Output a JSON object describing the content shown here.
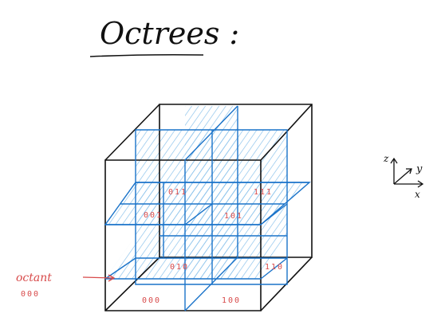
{
  "title": "Octrees :",
  "colors": {
    "ink": "#111111",
    "blue": "#1a73c9",
    "hatch": "#6fb3e6",
    "red": "#d84a4a"
  },
  "octant_codes": {
    "front_bottom_left": "000",
    "front_bottom_right": "100",
    "back_bottom_left": "010",
    "back_bottom_right": "110",
    "front_top_left": "001",
    "front_top_right": "101",
    "back_top_left": "011",
    "back_top_right": "111"
  },
  "annotation": {
    "label": "octant",
    "code": "000"
  },
  "axes": {
    "z": "z",
    "y": "y",
    "x": "x"
  }
}
